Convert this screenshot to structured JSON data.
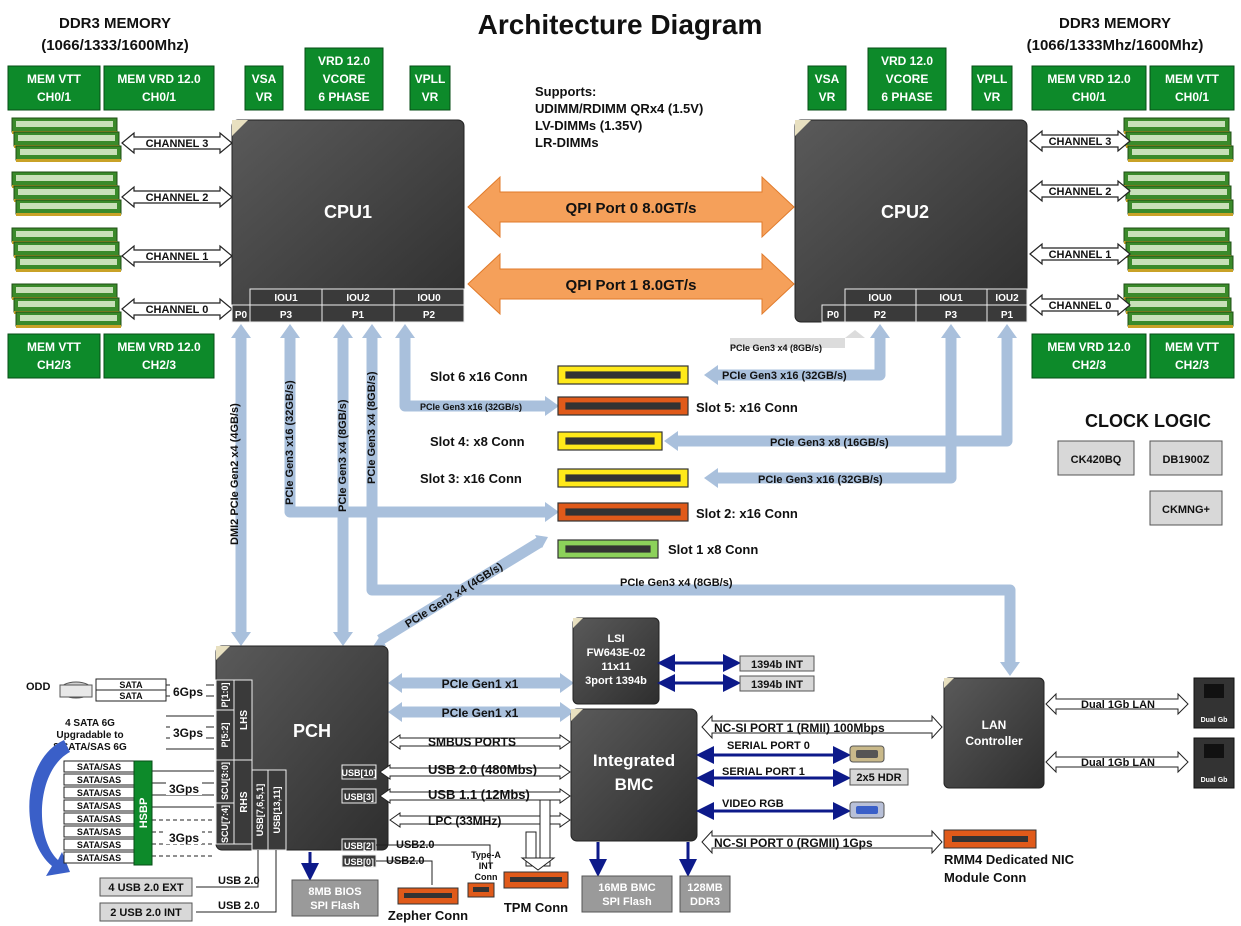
{
  "title": "Architecture Diagram",
  "memory_left": {
    "line1": "DDR3 MEMORY",
    "line2": "(1066/1333/1600Mhz)"
  },
  "memory_right": {
    "line1": "DDR3 MEMORY",
    "line2": "(1066/1333Mhz/1600Mhz)"
  },
  "supports": [
    "Supports:",
    "UDIMM/RDIMM QRx4 (1.5V)",
    "LV-DIMMs (1.35V)",
    "LR-DIMMs"
  ],
  "cpu1": {
    "label": "CPU1",
    "iou": [
      "IOU1",
      "IOU2",
      "IOU0"
    ],
    "ports": [
      "P0",
      "P3",
      "P1",
      "P2"
    ],
    "vr": {
      "mem_vtt_top": [
        "MEM VTT",
        "CH0/1"
      ],
      "mem_vrd_top": [
        "MEM VRD 12.0",
        "CH0/1"
      ],
      "vsa": [
        "VSA",
        "VR"
      ],
      "vcore": [
        "VRD 12.0",
        "VCORE",
        "6 PHASE"
      ],
      "vpll": [
        "VPLL",
        "VR"
      ],
      "mem_vtt_bottom": [
        "MEM VTT",
        "CH2/3"
      ],
      "mem_vrd_bottom": [
        "MEM VRD 12.0",
        "CH2/3"
      ]
    }
  },
  "cpu2": {
    "label": "CPU2",
    "iou": [
      "IOU0",
      "IOU1",
      "IOU2"
    ],
    "ports": [
      "P0",
      "P2",
      "P3",
      "P1"
    ],
    "vr": {
      "vsa": [
        "VSA",
        "VR"
      ],
      "vcore": [
        "VRD 12.0",
        "VCORE",
        "6 PHASE"
      ],
      "vpll": [
        "VPLL",
        "VR"
      ],
      "mem_vrd_top": [
        "MEM VRD 12.0",
        "CH0/1"
      ],
      "mem_vtt_top": [
        "MEM VTT",
        "CH0/1"
      ],
      "mem_vrd_bottom": [
        "MEM VRD 12.0",
        "CH2/3"
      ],
      "mem_vtt_bottom": [
        "MEM VTT",
        "CH2/3"
      ]
    }
  },
  "channels": [
    "CHANNEL 3",
    "CHANNEL 2",
    "CHANNEL 1",
    "CHANNEL 0"
  ],
  "qpi": [
    "QPI Port 0 8.0GT/s",
    "QPI Port 1 8.0GT/s"
  ],
  "slots": {
    "slot6": "Slot 6 x16 Conn",
    "slot5": "Slot 5: x16 Conn",
    "slot4": "Slot 4: x8 Conn",
    "slot3": "Slot 3: x16 Conn",
    "slot2": "Slot 2: x16 Conn",
    "slot1": "Slot 1 x8 Conn"
  },
  "links": {
    "cpu2_x4": "PCIe Gen3 x4 (8GB/s)",
    "cpu2_slot6": "PCIe Gen3 x16 (32GB/s)",
    "cpu1_slot5": "PCIe Gen3 x16 (32GB/s)",
    "cpu2_slot4": "PCIe Gen3 x8 (16GB/s)",
    "cpu2_slot3": "PCIe Gen3 x16 (32GB/s)",
    "pch_slot1": "PCIe Gen2 x4 (4GB/s)",
    "lan_x4": "PCIe Gen3 x4 (8GB/s)",
    "dmi": "DMI2 PCIe Gen2 x4 (4GB/s)",
    "v_x16": "PCIe Gen3 x16 (32GB/s)",
    "v_x4a": "PCIe Gen3 x4 (8GB/s)",
    "v_x4b": "PCIe Gen3 x4 (8GB/s)",
    "pch_lsi": "PCIe Gen1 x1",
    "pch_bmc": "PCIe Gen1 x1"
  },
  "clock": {
    "title": "CLOCK LOGIC",
    "chips": [
      "CK420BQ",
      "DB1900Z",
      "CKMNG+"
    ]
  },
  "pch": {
    "label": "PCH",
    "ports": [
      "P[1:0]",
      "P[5:2]",
      "SCU[3:0]",
      "SCU[7:4]"
    ],
    "lhs": "LHS",
    "rhs": "RHS",
    "usb_v": [
      "USB[7,6,5,1]",
      "USB[13,11]"
    ],
    "usb_boxes": [
      "USB[10]",
      "USB[3]",
      "USB[2]",
      "USB[0]"
    ]
  },
  "sata": {
    "odd": "ODD",
    "sata": [
      "SATA",
      "SATA"
    ],
    "speed": [
      "6Gps",
      "3Gps",
      "3Gps",
      "3Gps"
    ],
    "upgrade": [
      "4 SATA 6G",
      "Upgradable to",
      "8 SATA/SAS 6G"
    ],
    "sas_label": "SATA/SAS",
    "hsbp": "HSBP"
  },
  "usb_left": {
    "ext": "4 USB 2.0 EXT",
    "int": "2 USB 2.0 INT",
    "link": [
      "USB 2.0",
      "USB 2.0"
    ]
  },
  "buses": [
    "SMBUS PORTS",
    "USB 2.0 (480Mbs)",
    "USB 1.1 (12Mbs)",
    "LPC (33MHz)",
    "USB2.0",
    "USB2.0"
  ],
  "lsi": {
    "lines": [
      "LSI",
      "FW643E-02",
      "11x11",
      "3port 1394b"
    ],
    "ports": [
      "1394b INT",
      "1394b INT"
    ]
  },
  "bmc": {
    "lines": [
      "Integrated",
      "BMC"
    ],
    "ncsi1": "NC-SI PORT 1 (RMII) 100Mbps",
    "serial0": "SERIAL PORT 0",
    "serial1": "SERIAL PORT 1",
    "hdr": "2x5 HDR",
    "video": "VIDEO RGB",
    "ncsi0": "NC-SI PORT 0 (RGMII) 1Gps",
    "flash": [
      "16MB BMC",
      "SPI Flash"
    ],
    "ddr": [
      "128MB",
      "DDR3"
    ]
  },
  "lan": {
    "lines": [
      "LAN",
      "Controller"
    ],
    "links": [
      "Dual 1Gb LAN",
      "Dual 1Gb LAN"
    ],
    "jack": "Dual Gb"
  },
  "rmm": [
    "RMM4 Dedicated NIC",
    "Module Conn"
  ],
  "bios": [
    "8MB BIOS",
    "SPI Flash"
  ],
  "zepher": "Zepher Conn",
  "tpm": "TPM Conn",
  "typea": [
    "Type-A",
    "INT",
    "Conn"
  ]
}
